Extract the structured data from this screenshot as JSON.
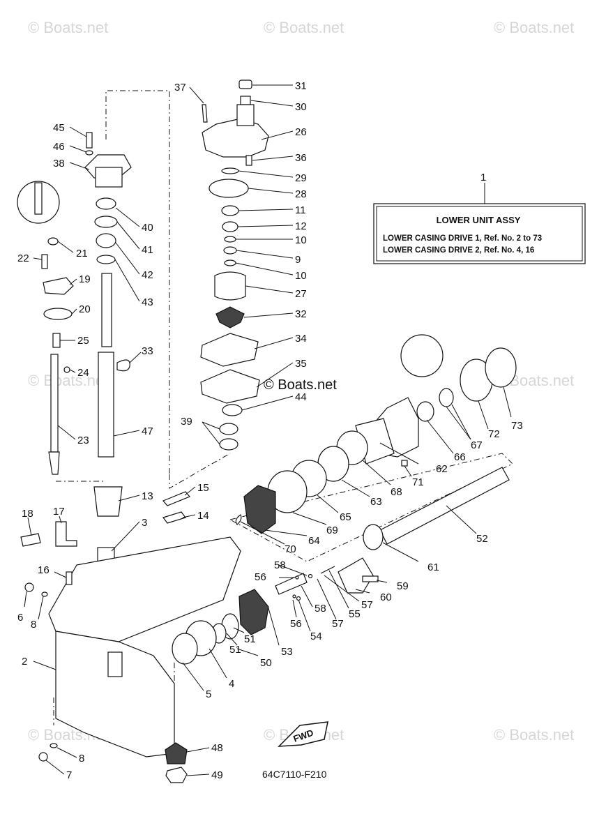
{
  "watermark": "© Boats.net",
  "brand_mark": "© Boats.net",
  "info_box": {
    "ref": "1",
    "title": "LOWER UNIT ASSY",
    "line1": "LOWER CASING DRIVE 1,  Ref. No. 2 to 73",
    "line2": "LOWER CASING DRIVE 2,  Ref. No. 4, 16"
  },
  "fwd_label": "FWD",
  "figure_code": "64C7110-F210",
  "callouts": {
    "n2": "2",
    "n3": "3",
    "n4": "4",
    "n5": "5",
    "n6": "6",
    "n7": "7",
    "n8a": "8",
    "n8b": "8",
    "n9": "9",
    "n10a": "10",
    "n10b": "10",
    "n11": "11",
    "n12": "12",
    "n13": "13",
    "n14": "14",
    "n15": "15",
    "n16": "16",
    "n17": "17",
    "n18": "18",
    "n19": "19",
    "n20": "20",
    "n21": "21",
    "n22": "22",
    "n23": "23",
    "n24": "24",
    "n25": "25",
    "n26": "26",
    "n27": "27",
    "n28": "28",
    "n29": "29",
    "n30": "30",
    "n31": "31",
    "n32": "32",
    "n33": "33",
    "n34": "34",
    "n35": "35",
    "n36": "36",
    "n37": "37",
    "n38": "38",
    "n39": "39",
    "n40": "40",
    "n41": "41",
    "n42": "42",
    "n43": "43",
    "n44": "44",
    "n45": "45",
    "n46": "46",
    "n47": "47",
    "n48": "48",
    "n49": "49",
    "n50": "50",
    "n51a": "51",
    "n51b": "51",
    "n52": "52",
    "n53": "53",
    "n54": "54",
    "n55": "55",
    "n56a": "56",
    "n56b": "56",
    "n57a": "57",
    "n57b": "57",
    "n58a": "58",
    "n58b": "58",
    "n59": "59",
    "n60": "60",
    "n61": "61",
    "n62": "62",
    "n63": "63",
    "n64": "64",
    "n65": "65",
    "n66": "66",
    "n67": "67",
    "n68": "68",
    "n69": "69",
    "n70": "70",
    "n71": "71",
    "n72": "72",
    "n73": "73"
  }
}
